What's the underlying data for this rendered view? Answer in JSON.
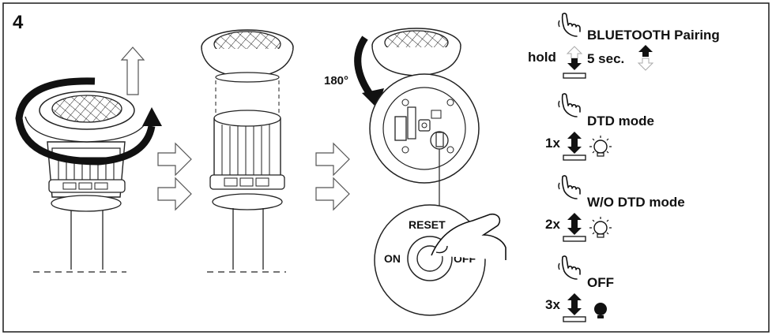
{
  "step_number": "4",
  "rotation": {
    "angle_label": "180°"
  },
  "switch": {
    "reset_label": "RESET",
    "on_label": "ON",
    "off_label": "OFF"
  },
  "modes": [
    {
      "title": "BLUETOOTH Pairing",
      "prefix": "hold",
      "duration": "5 sec.",
      "lamp": "none"
    },
    {
      "title": "DTD mode",
      "prefix": "1x",
      "lamp": "outline"
    },
    {
      "title": "W/O DTD mode",
      "prefix": "2x",
      "lamp": "outline"
    },
    {
      "title": "OFF",
      "prefix": "3x",
      "lamp": "filled"
    }
  ],
  "colors": {
    "line": "#1a1a1a",
    "background": "#ffffff"
  },
  "icons": [
    "hand-press-icon",
    "arrow-up-icon",
    "arrow-down-icon",
    "lamp-icon",
    "rotate-arrow-icon",
    "chevron-right-icon",
    "up-arrow-outline-icon"
  ]
}
